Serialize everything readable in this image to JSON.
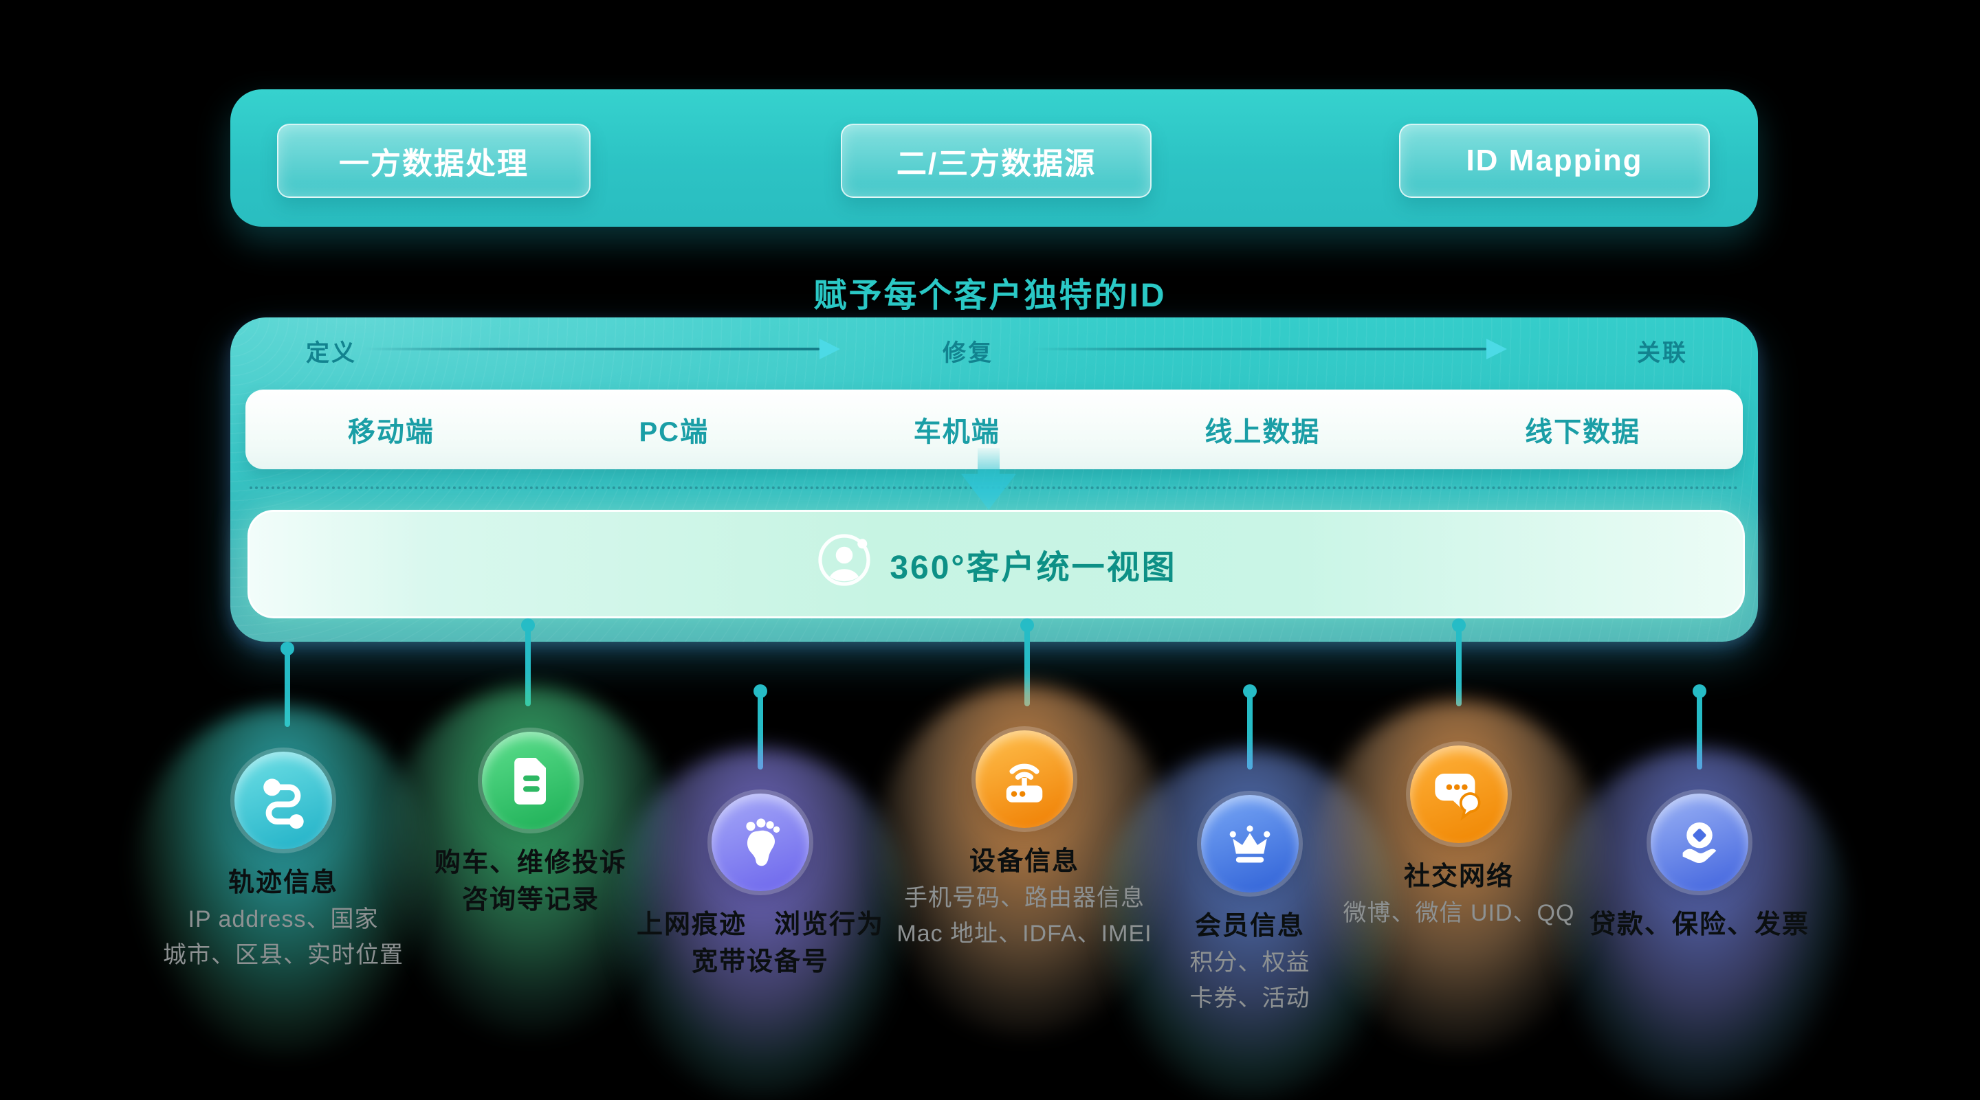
{
  "top_bar": {
    "buttons": [
      "一方数据处理",
      "二/三方数据源",
      "ID Mapping"
    ]
  },
  "headline": "赋予每个客户独特的ID",
  "id_process": {
    "steps": [
      "定义",
      "修复",
      "关联"
    ]
  },
  "channel_bar": {
    "items": [
      "移动端",
      "PC端",
      "车机端",
      "线上数据",
      "线下数据"
    ]
  },
  "unified_view": {
    "icon": "user-avatar-icon",
    "label": "360°客户统一视图"
  },
  "data_sources": [
    {
      "icon": "route-icon",
      "color": "#29b7cb",
      "title": "轨迹信息",
      "details": [
        "IP address、国家",
        "城市、区县、实时位置"
      ]
    },
    {
      "icon": "document-icon",
      "color": "#2cb863",
      "lines": [
        "购车、维修投诉",
        "咨询等记录"
      ]
    },
    {
      "icon": "footprint-icon",
      "color": "#6f6bee",
      "lines": [
        "上网痕迹　浏览行为",
        "宽带设备号"
      ]
    },
    {
      "icon": "router-icon",
      "color": "#f28400",
      "title": "设备信息",
      "details": [
        "手机号码、路由器信息",
        "Mac 地址、IDFA、IMEI"
      ]
    },
    {
      "icon": "crown-icon",
      "color": "#3d6de0",
      "title": "会员信息",
      "details": [
        "积分、权益",
        "卡券、活动"
      ]
    },
    {
      "icon": "chat-icon",
      "color": "#f28d00",
      "title": "社交网络",
      "details": [
        "微博、微信 UID、QQ"
      ]
    },
    {
      "icon": "finance-icon",
      "color": "#4a6fe3",
      "lines": [
        "贷款、保险、发票"
      ]
    }
  ],
  "colors": {
    "teal": "#2bc7c4",
    "teal_dark": "#12838f",
    "channel_text": "#1a9ea6",
    "view_text": "#0d9086",
    "label_dark": "#0b0f10",
    "label_gray": "#8d9192"
  }
}
